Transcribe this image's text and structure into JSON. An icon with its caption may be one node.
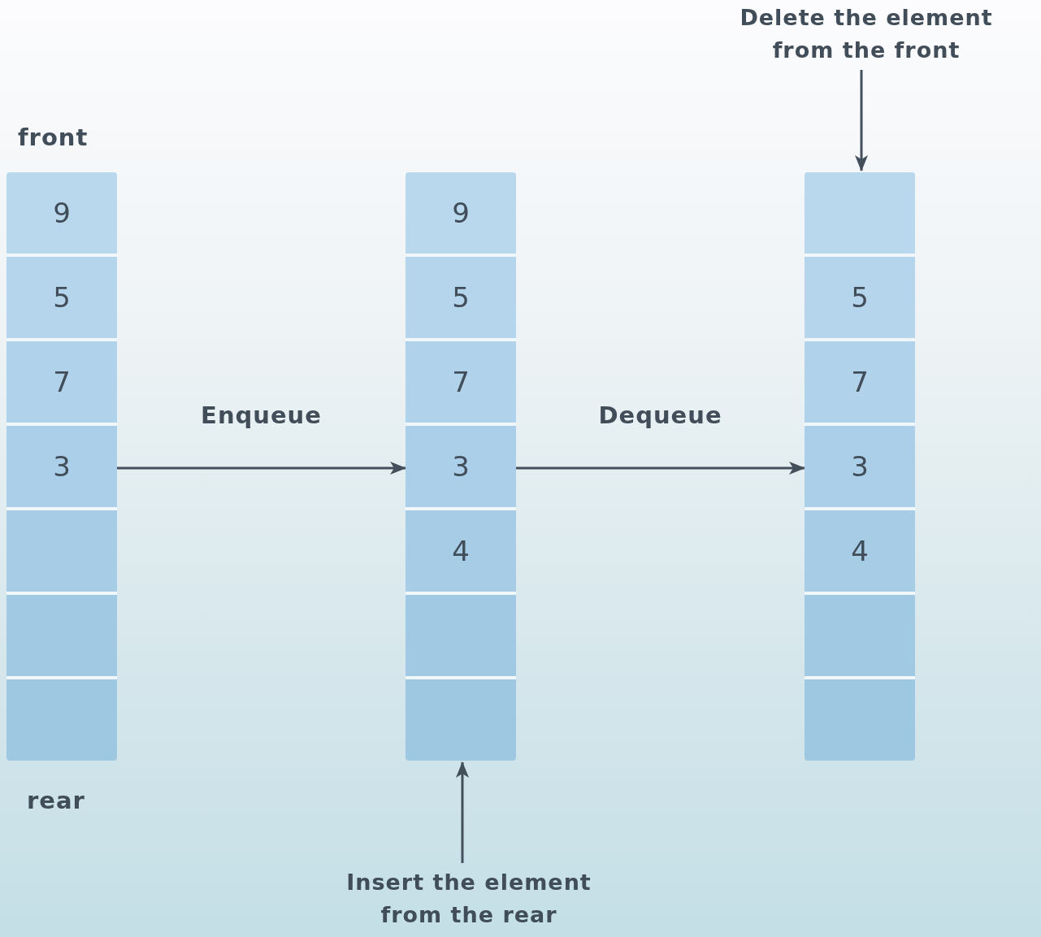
{
  "diagram": {
    "nodes": [
      {
        "text": [],
        "shape": "box"
      },
      {
        "text": [
          "9"
        ],
        "in": 0
      },
      {
        "text": [
          "5"
        ],
        "in": 0
      },
      {
        "text": [
          "7"
        ],
        "in": 0
      },
      {
        "text": [
          "3"
        ],
        "in": 0
      },
      {
        "text": [],
        "shape": "box",
        "in": 0
      },
      {
        "text": [],
        "shape": "box",
        "in": 0
      },
      {
        "text": [],
        "shape": "box",
        "in": 0
      },
      {
        "text": [],
        "shape": "box"
      },
      {
        "text": [
          "9"
        ],
        "in": 8
      },
      {
        "text": [
          "5"
        ],
        "in": 8
      },
      {
        "text": [
          "7"
        ],
        "in": 8
      },
      {
        "text": [
          "3"
        ],
        "in": 8
      },
      {
        "text": [
          "4"
        ],
        "in": 8
      },
      {
        "text": [],
        "shape": "box",
        "in": 8
      },
      {
        "text": [],
        "shape": "box",
        "in": 8
      },
      {
        "text": [],
        "shape": "box"
      },
      {
        "text": [],
        "shape": "box",
        "in": 16
      },
      {
        "text": [
          "5"
        ],
        "in": 16
      },
      {
        "text": [
          "7"
        ],
        "in": 16
      },
      {
        "text": [
          "3"
        ],
        "in": 16
      },
      {
        "text": [
          "4"
        ],
        "in": 16
      },
      {
        "text": [],
        "shape": "box",
        "in": 16
      },
      {
        "text": [],
        "shape": "box",
        "in": 16
      },
      {
        "text": [
          "Delete the element from the front"
        ]
      },
      {
        "text": [
          "Insert the element from the rear"
        ]
      }
    ],
    "edges": [
      {
        "from": 0,
        "to": 8,
        "arrow": "to",
        "label": "Enqueue"
      },
      {
        "from": 8,
        "to": 16,
        "arrow": "to",
        "label": "Dequeue"
      },
      {
        "from": 24,
        "to": 17,
        "arrow": "to"
      },
      {
        "from": 25,
        "to": 15,
        "arrow": "to"
      }
    ],
    "labels": [
      "front",
      "rear"
    ]
  }
}
